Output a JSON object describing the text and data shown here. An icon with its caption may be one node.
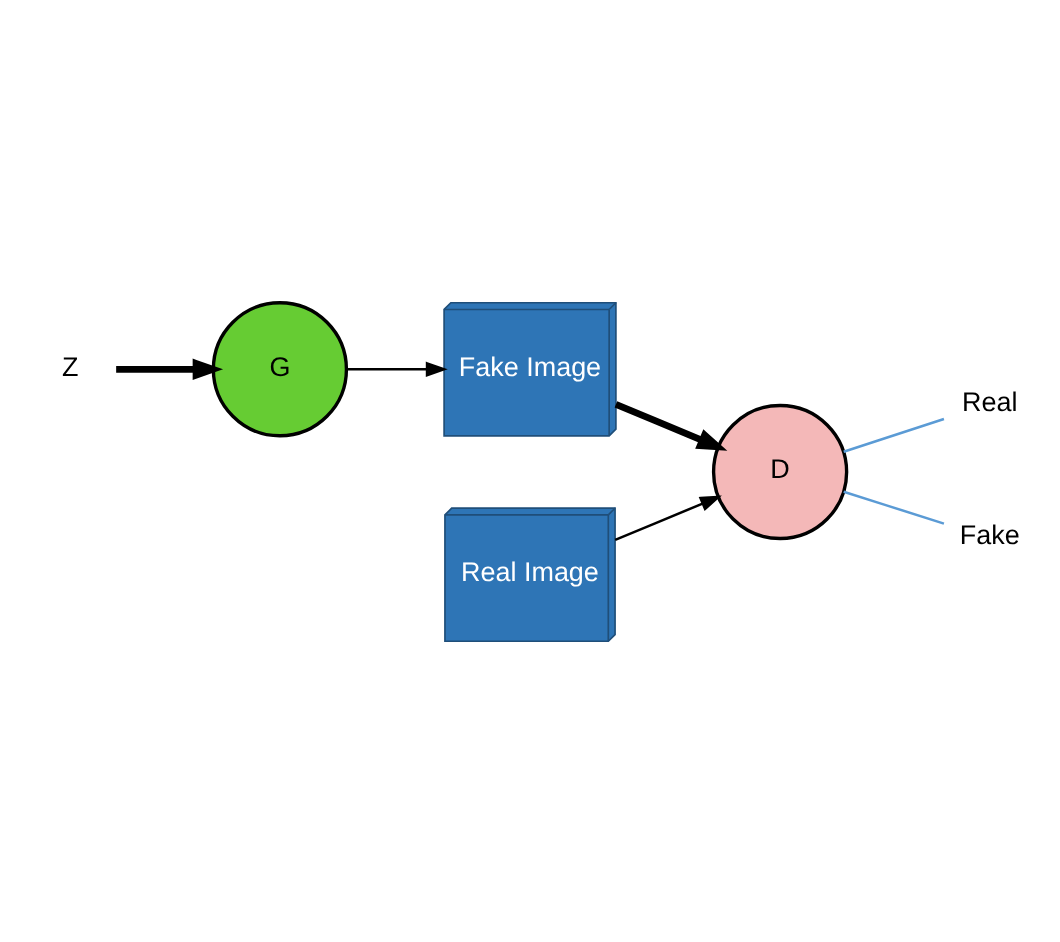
{
  "diagram": {
    "nodes": [
      {
        "text": [
          "Z"
        ]
      },
      {
        "text": [
          "G"
        ]
      },
      {
        "text": [
          "Real Image"
        ]
      },
      {
        "text": [
          "Fake Image"
        ]
      },
      {
        "text": [
          "D"
        ]
      },
      {
        "text": [
          "Real"
        ]
      },
      {
        "text": [
          "Fake"
        ]
      }
    ],
    "edges": [
      {
        "from": 0,
        "to": 1,
        "arrow": "to",
        "style": "thick"
      },
      {
        "from": 1,
        "to": 3,
        "arrow": "to"
      },
      {
        "from": 2,
        "to": 4,
        "arrow": "to"
      },
      {
        "from": 3,
        "to": 4,
        "arrow": "to",
        "style": "thick"
      },
      {
        "from": 4,
        "to": 5,
        "arrow": "none",
        "color": "#5b9bd5"
      },
      {
        "from": 4,
        "to": 6,
        "arrow": "none",
        "color": "#5b9bd5"
      }
    ]
  }
}
